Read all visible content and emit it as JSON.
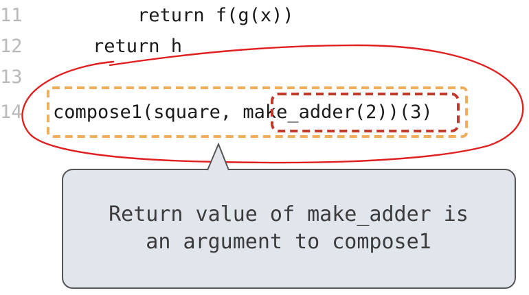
{
  "code": {
    "lines": [
      {
        "number": "11",
        "text": "        return f(g(x))"
      },
      {
        "number": "12",
        "text": "    return h"
      },
      {
        "number": "13",
        "text": ""
      },
      {
        "number": "14",
        "text": "compose1(square, make_adder(2))(3)"
      }
    ]
  },
  "callout": {
    "line1": "Return value of make_adder is",
    "line2": "an argument to compose1"
  },
  "colors": {
    "line_number": "#b8b8b8",
    "code_text": "#1a1a1a",
    "outer_box": "#f0ad5a",
    "inner_box": "#c0392b",
    "hand_circle": "#e02020",
    "callout_fill": "#e1e6ec",
    "callout_border": "#555555"
  },
  "icons": {
    "hand_drawn_circle": "hand-drawn-ellipse",
    "callout_pointer": "triangle-pointer"
  }
}
